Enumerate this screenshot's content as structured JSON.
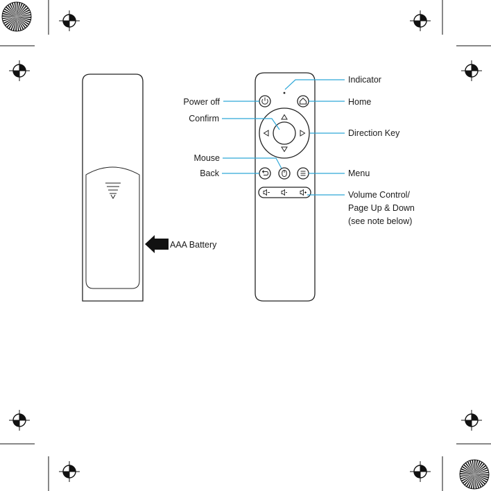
{
  "labels": {
    "indicator": "Indicator",
    "power_off": "Power off",
    "home": "Home",
    "confirm": "Confirm",
    "direction_key": "Direction Key",
    "mouse": "Mouse",
    "back": "Back",
    "menu": "Menu",
    "volume_line1": "Volume Control/",
    "volume_line2": "Page Up & Down",
    "volume_line3": "(see note below)",
    "battery": "AAA Battery"
  },
  "colors": {
    "leader_line": "#2fa8d8",
    "outline": "#222222",
    "arrow": "#111111"
  }
}
